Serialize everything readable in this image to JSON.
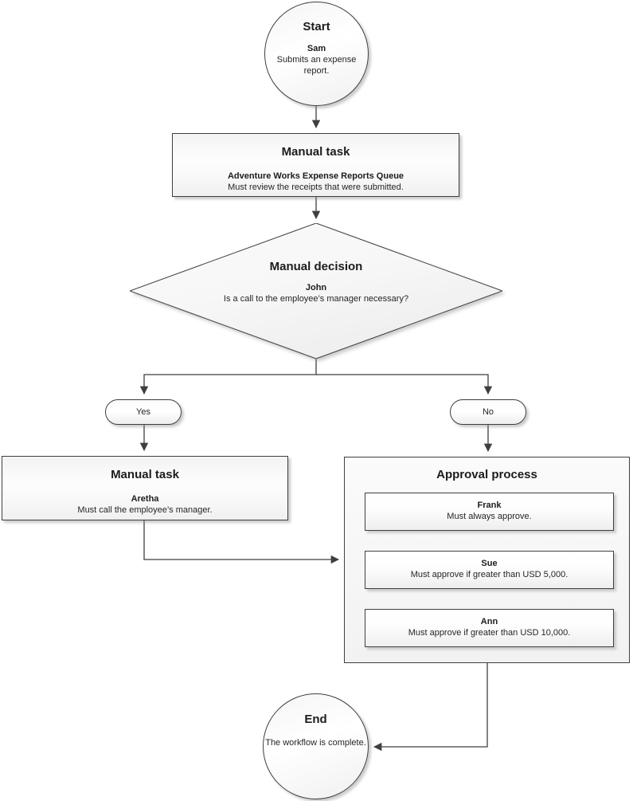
{
  "diagram": {
    "start": {
      "title": "Start",
      "actor": "Sam",
      "description": "Submits an expense report."
    },
    "review_task": {
      "title": "Manual task",
      "actor": "Adventure Works Expense Reports Queue",
      "description": "Must review the receipts that were submitted."
    },
    "decision": {
      "title": "Manual decision",
      "actor": "John",
      "description": "Is a call to the employee’s manager necessary?"
    },
    "branches": {
      "yes_label": "Yes",
      "no_label": "No"
    },
    "call_task": {
      "title": "Manual task",
      "actor": "Aretha",
      "description": "Must call the employee’s manager."
    },
    "approval_process": {
      "title": "Approval process",
      "steps": [
        {
          "actor": "Frank",
          "description": "Must always approve."
        },
        {
          "actor": "Sue",
          "description": "Must approve if greater than USD 5,000."
        },
        {
          "actor": "Ann",
          "description": "Must approve if greater than USD 10,000."
        }
      ]
    },
    "end": {
      "title": "End",
      "description": "The workflow is complete."
    }
  },
  "colors": {
    "line": "#3f3f3f",
    "border": "#3f3f3f",
    "fill_light": "#f2f2f2",
    "background": "#ffffff"
  }
}
